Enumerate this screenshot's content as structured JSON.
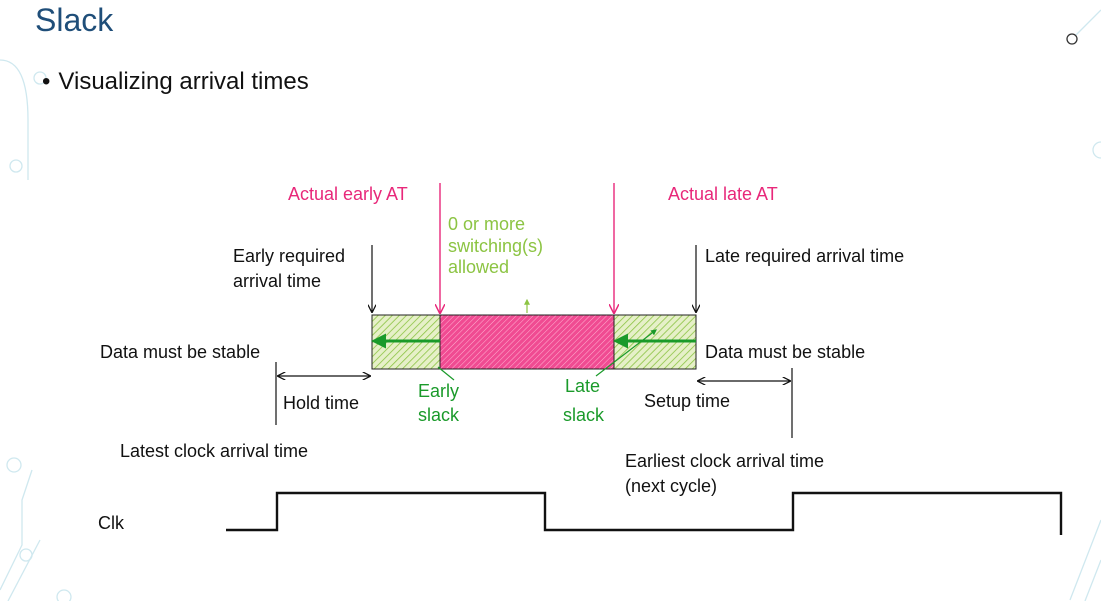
{
  "slide": {
    "title": "Slack",
    "bullet": "Visualizing arrival times"
  },
  "labels": {
    "actual_early_at": "Actual early AT",
    "actual_late_at": "Actual late AT",
    "switching_1": "0 or more",
    "switching_2": "switching(s)",
    "switching_3": "allowed",
    "early_req_1": "Early required",
    "early_req_2": "arrival time",
    "late_req": "Late required arrival time",
    "stable_left": "Data must be stable",
    "stable_right": "Data must be stable",
    "hold_time": "Hold time",
    "early_slack_1": "Early",
    "early_slack_2": "slack",
    "late_slack_1": "Late",
    "late_slack_2": "slack",
    "setup_time": "Setup time",
    "latest_clock": "Latest clock arrival time",
    "earliest_clock_1": "Earliest clock arrival time",
    "earliest_clock_2": "(next cycle)",
    "clk": "Clk"
  },
  "colors": {
    "title": "#1f4e79",
    "pink": "#e8287a",
    "green": "#1a9a2a",
    "light_green": "#8cc443",
    "deco": "#cfe8ef"
  }
}
